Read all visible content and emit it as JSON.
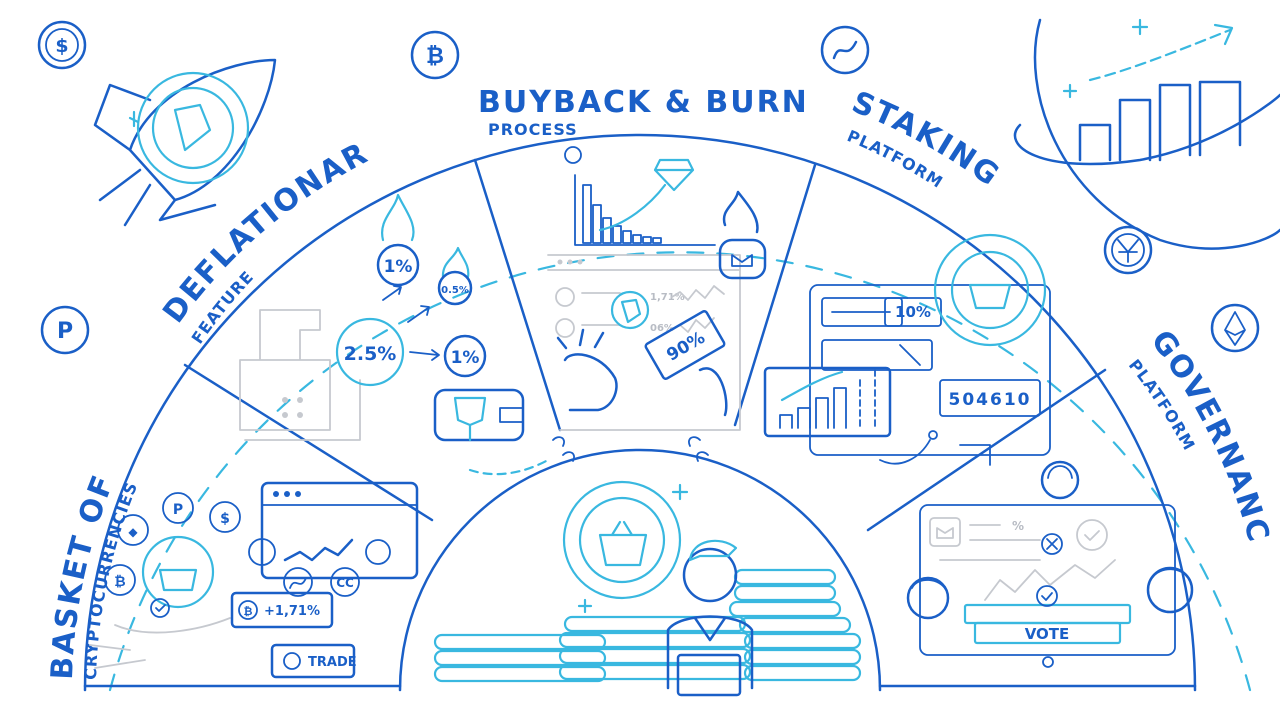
{
  "sections": [
    {
      "id": "basket",
      "title": "BASKET OF",
      "subtitle": "CRYPTOCURRENCIES"
    },
    {
      "id": "deflationary",
      "title": "DEFLATIONARY",
      "subtitle": "FEATURE"
    },
    {
      "id": "buyback",
      "title": "BUYBACK & BURN",
      "subtitle": "PROCESS"
    },
    {
      "id": "staking",
      "title": "STAKING",
      "subtitle": "PLATFORM"
    },
    {
      "id": "governance",
      "title": "GOVERNANCE",
      "subtitle": "PLATFORM"
    }
  ],
  "basket": {
    "trade_label": "TRADE",
    "gain_label": "+1,71%",
    "cc_label": "CC"
  },
  "deflationary": {
    "fee_total": "2.5%",
    "fee_burn": "1%",
    "fee_small": "0.5%",
    "fee_wallet": "1%"
  },
  "buyback": {
    "row1_value": "1,71%",
    "row2_value": "06%",
    "banknote_value": "90%"
  },
  "staking": {
    "rate_label": "10%",
    "counter_value": "504610"
  },
  "governance": {
    "vote_label": "VOTE",
    "percent_sign": "%"
  },
  "icons": [
    "dollar-coin-icon",
    "bitcoin-coin-icon",
    "swirl-coin-icon",
    "polkadot-coin-icon",
    "ethereum-coin-icon",
    "yen-coin-icon",
    "rocket-icon",
    "growth-chart-icon"
  ],
  "colors": {
    "primary": "#1a5fc7",
    "accent": "#39b8e0",
    "muted": "#c6c9cf",
    "background": "#ffffff"
  }
}
